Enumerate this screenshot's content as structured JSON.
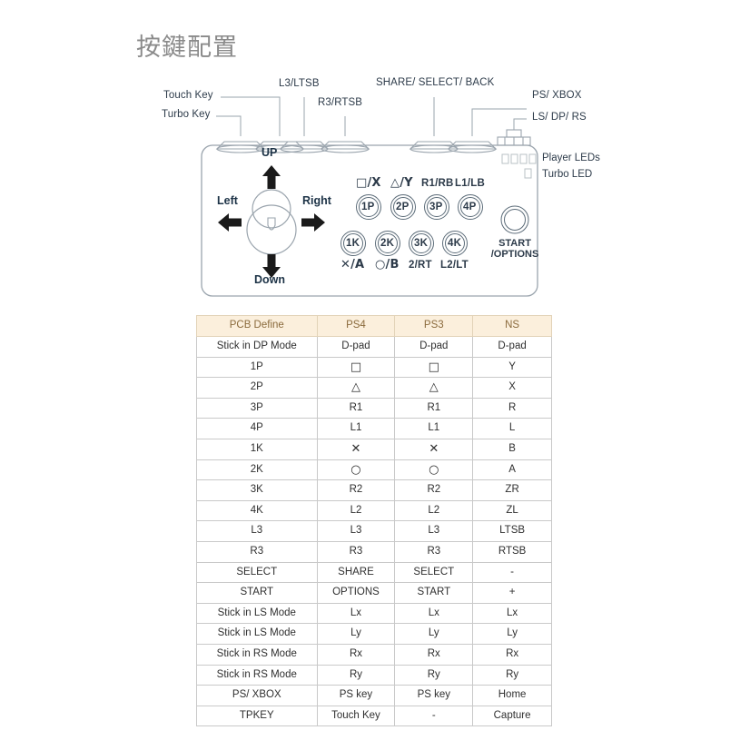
{
  "page": {
    "title": "按鍵配置"
  },
  "diagram": {
    "callouts": [
      {
        "name": "touch-key",
        "label": "Touch Key"
      },
      {
        "name": "turbo-key",
        "label": "Turbo Key"
      },
      {
        "name": "l3-ltsb",
        "label": "L3/LTSB"
      },
      {
        "name": "r3-rtsb",
        "label": "R3/RTSB"
      },
      {
        "name": "share",
        "label": "SHARE/ SELECT/ BACK"
      },
      {
        "name": "ps-xbox",
        "label": "PS/ XBOX"
      },
      {
        "name": "ls-dp-rs",
        "label": "LS/ DP/ RS"
      }
    ],
    "directions": {
      "up": "UP",
      "down": "Down",
      "left": "Left",
      "right": "Right"
    },
    "top_button_labels": [
      "□/X",
      "△/Y",
      "R1/RB",
      "L1/LB"
    ],
    "top_buttons": [
      "1P",
      "2P",
      "3P",
      "4P"
    ],
    "bottom_buttons": [
      "1K",
      "2K",
      "3K",
      "4K"
    ],
    "bottom_button_labels": [
      "✕/A",
      "○/B",
      "2/RT",
      "L2/LT"
    ],
    "start_button": {
      "line1": "START",
      "line2": "/OPTIONS"
    },
    "leds": {
      "player": "Player LEDs",
      "turbo": "Turbo LED"
    },
    "colors": {
      "outline": "#9aa4ad",
      "arrow": "#1a1a1a",
      "label": "#2d3b4a",
      "title": "#8a8a8a"
    }
  },
  "table": {
    "columns": [
      "PCB Define",
      "PS4",
      "PS3",
      "NS"
    ],
    "header_bg": "#fbefdc",
    "header_fg": "#8a6a3c",
    "rows": [
      [
        "Stick in DP Mode",
        "D-pad",
        "D-pad",
        "D-pad"
      ],
      [
        "1P",
        "□",
        "□",
        "Y"
      ],
      [
        "2P",
        "△",
        "△",
        "X"
      ],
      [
        "3P",
        "R1",
        "R1",
        "R"
      ],
      [
        "4P",
        "L1",
        "L1",
        "L"
      ],
      [
        "1K",
        "✕",
        "✕",
        "B"
      ],
      [
        "2K",
        "○",
        "○",
        "A"
      ],
      [
        "3K",
        "R2",
        "R2",
        "ZR"
      ],
      [
        "4K",
        "L2",
        "L2",
        "ZL"
      ],
      [
        "L3",
        "L3",
        "L3",
        "LTSB"
      ],
      [
        "R3",
        "R3",
        "R3",
        "RTSB"
      ],
      [
        "SELECT",
        "SHARE",
        "SELECT",
        "-"
      ],
      [
        "START",
        "OPTIONS",
        "START",
        "+"
      ],
      [
        "Stick in LS Mode",
        "Lx",
        "Lx",
        "Lx"
      ],
      [
        "Stick in LS Mode",
        "Ly",
        "Ly",
        "Ly"
      ],
      [
        "Stick in RS Mode",
        "Rx",
        "Rx",
        "Rx"
      ],
      [
        "Stick in RS Mode",
        "Ry",
        "Ry",
        "Ry"
      ],
      [
        "PS/ XBOX",
        "PS key",
        "PS key",
        "Home"
      ],
      [
        "TPKEY",
        "Touch Key",
        "-",
        "Capture"
      ]
    ]
  }
}
